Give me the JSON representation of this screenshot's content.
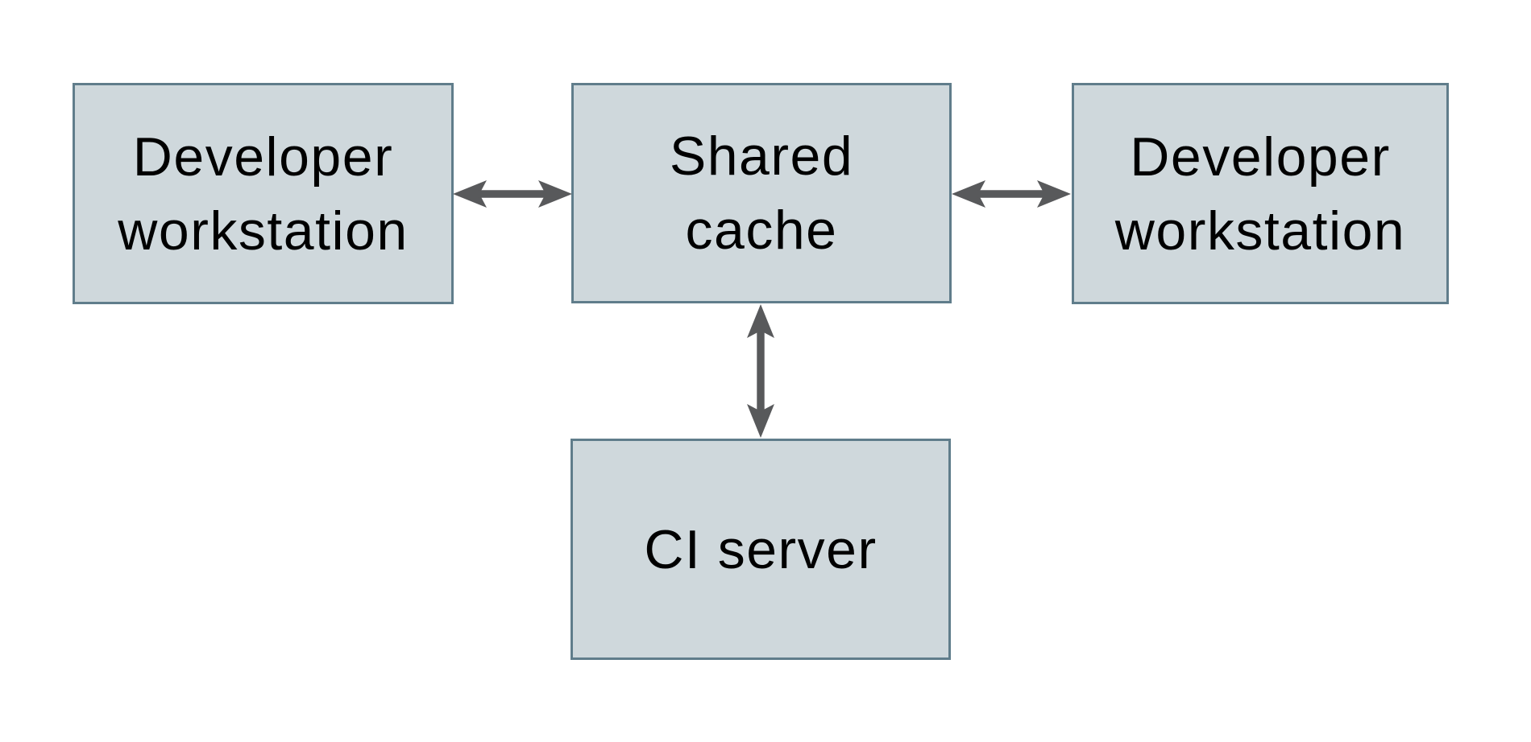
{
  "diagram": {
    "nodes": [
      {
        "id": "developer-workstation-left",
        "label": "Developer workstation",
        "lines": [
          "Developer",
          "workstation"
        ]
      },
      {
        "id": "shared-cache",
        "label": "Shared cache",
        "lines": [
          "Shared",
          "cache"
        ]
      },
      {
        "id": "developer-workstation-right",
        "label": "Developer workstation",
        "lines": [
          "Developer",
          "workstation"
        ]
      },
      {
        "id": "ci-server",
        "label": "CI server",
        "lines": [
          "CI server"
        ]
      }
    ],
    "edges": [
      {
        "from": "developer-workstation-left",
        "to": "shared-cache",
        "direction": "bidirectional"
      },
      {
        "from": "shared-cache",
        "to": "developer-workstation-right",
        "direction": "bidirectional"
      },
      {
        "from": "shared-cache",
        "to": "ci-server",
        "direction": "bidirectional"
      }
    ],
    "colors": {
      "background": "#ffffff",
      "node_fill": "#cfd8dc",
      "node_border": "#607d8b",
      "arrow": "#58595b",
      "text": "#000000"
    }
  }
}
